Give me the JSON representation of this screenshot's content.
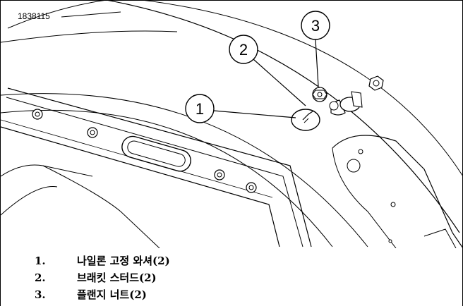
{
  "figure": {
    "id_label": "1838115",
    "callouts": [
      "1",
      "2",
      "3"
    ]
  },
  "legend": [
    {
      "num": "1.",
      "text": "나일론 고정 와셔(2)"
    },
    {
      "num": "2.",
      "text": "브래킷 스터드(2)"
    },
    {
      "num": "3.",
      "text": "플랜지 너트(2)"
    }
  ]
}
